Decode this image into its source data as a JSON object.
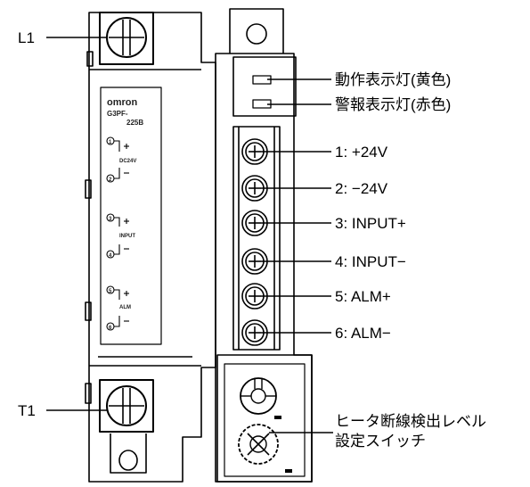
{
  "device": {
    "brand": "omron",
    "model_line1": "G3PF-",
    "model_line2": "225B",
    "silk_dc24v": "DC24V",
    "silk_input": "INPUT",
    "silk_alm": "ALM",
    "num_1": "1",
    "num_2": "2",
    "num_3": "3",
    "num_4": "4",
    "num_5": "5",
    "num_6": "6"
  },
  "callouts": {
    "l1": "L1",
    "t1": "T1",
    "operation_indicator": "動作表示灯(黄色)",
    "alarm_indicator": "警報表示灯(赤色)",
    "terminal_1": "1: +24V",
    "terminal_2": "2: −24V",
    "terminal_3": "3: INPUT+",
    "terminal_4": "4: INPUT−",
    "terminal_5": "5: ALM+",
    "terminal_6": "6: ALM−",
    "switch_line1": "ヒータ断線検出レベル",
    "switch_line2": "設定スイッチ"
  }
}
